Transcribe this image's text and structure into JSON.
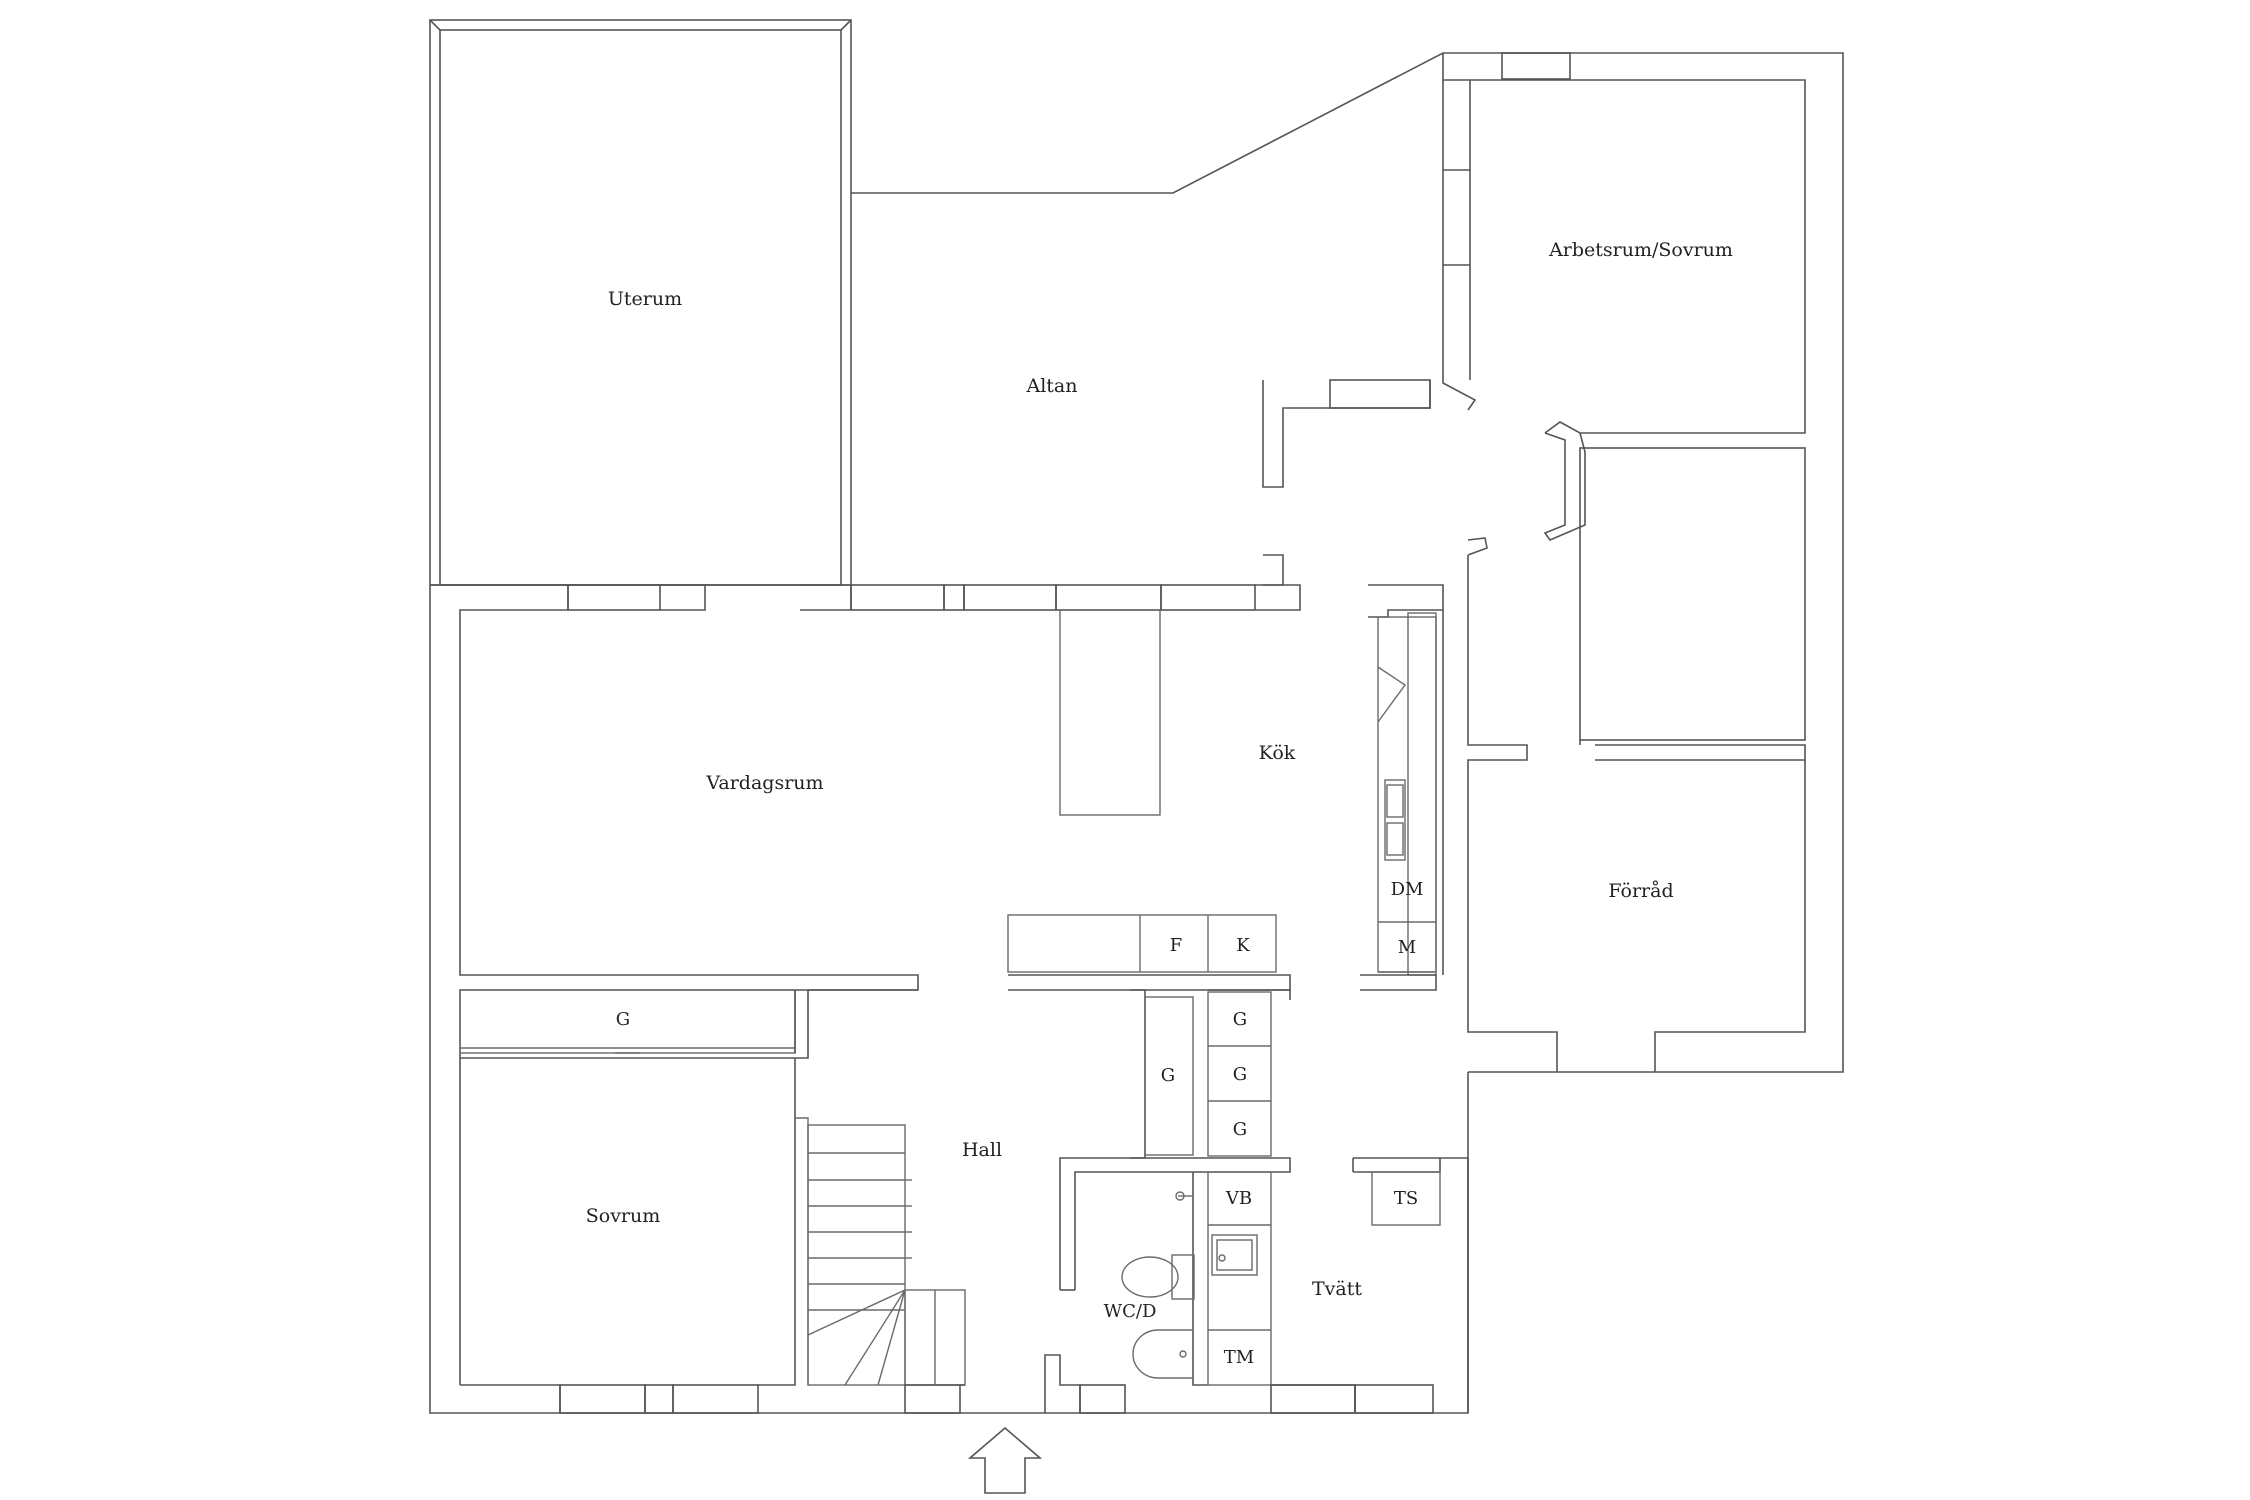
{
  "rooms": {
    "uterum": "Uterum",
    "altan": "Altan",
    "arbetsrum": "Arbetsrum/Sovrum",
    "vardagsrum": "Vardagsrum",
    "kok": "Kök",
    "forrad": "Förråd",
    "sovrum": "Sovrum",
    "hall": "Hall",
    "wc": "WC/D",
    "tvatt": "Tvätt"
  },
  "fixtures": {
    "dm": "DM",
    "m": "M",
    "f": "F",
    "k": "K",
    "g": "G",
    "vb": "VB",
    "ts": "TS",
    "tm": "TM"
  }
}
